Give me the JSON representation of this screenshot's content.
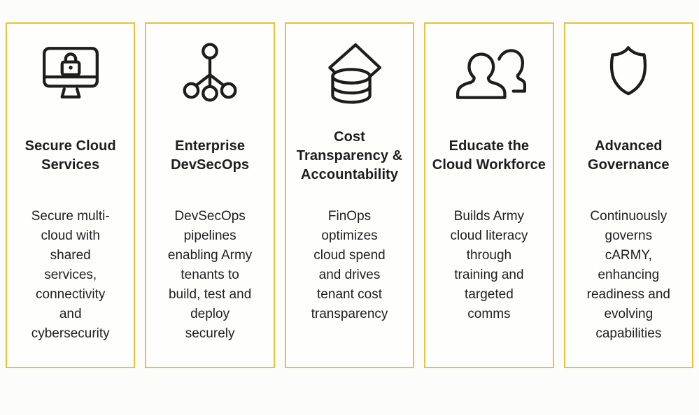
{
  "colors": {
    "card_border": "#e6c339",
    "card_background": "#fefefd",
    "page_background": "#fcfcfa",
    "text": "#1e1e1e",
    "icon_stroke": "#1d1d1b"
  },
  "cards": [
    {
      "id": "secure-cloud-services",
      "icon": "monitor-lock-icon",
      "title": "Secure Cloud\nServices",
      "body": "Secure multi-\ncloud with\nshared\nservices,\nconnectivity\nand\ncybersecurity"
    },
    {
      "id": "enterprise-devsecops",
      "icon": "network-nodes-icon",
      "title": "Enterprise\nDevSecOps",
      "body": "DevSecOps\npipelines\nenabling Army\ntenants to\nbuild, test and\ndeploy\nsecurely"
    },
    {
      "id": "cost-transparency-accountability",
      "icon": "coins-diamond-icon",
      "title": "Cost\nTransparency &\nAccountability",
      "body": "FinOps\noptimizes\ncloud spend\nand drives\ntenant cost\ntransparency"
    },
    {
      "id": "educate-cloud-workforce",
      "icon": "people-icon",
      "title": "Educate the\nCloud Workforce",
      "body": "Builds Army\ncloud literacy\nthrough\ntraining and\ntargeted\ncomms"
    },
    {
      "id": "advanced-governance",
      "icon": "shield-icon",
      "title": "Advanced\nGovernance",
      "body": "Continuously\ngoverns\ncARMY,\nenhancing\nreadiness and\nevolving\ncapabilities"
    }
  ]
}
